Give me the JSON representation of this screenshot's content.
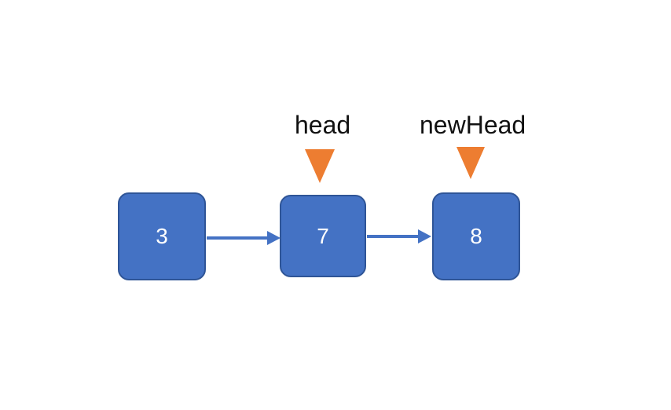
{
  "diagram": {
    "type": "linked-list",
    "nodes": [
      {
        "value": "3"
      },
      {
        "value": "7"
      },
      {
        "value": "8"
      }
    ],
    "edges": [
      {
        "from": "3",
        "to": "7"
      },
      {
        "from": "7",
        "to": "8"
      }
    ],
    "pointers": [
      {
        "label": "head",
        "target": "7"
      },
      {
        "label": "newHead",
        "target": "8"
      }
    ],
    "colors": {
      "node-fill": "#4472C4",
      "node-border": "#2F5597",
      "arrow": "#4472C4",
      "pointer": "#ED7D31",
      "label-text": "#111111",
      "node-text": "#FFFFFF",
      "background": "#FFFFFF"
    }
  }
}
